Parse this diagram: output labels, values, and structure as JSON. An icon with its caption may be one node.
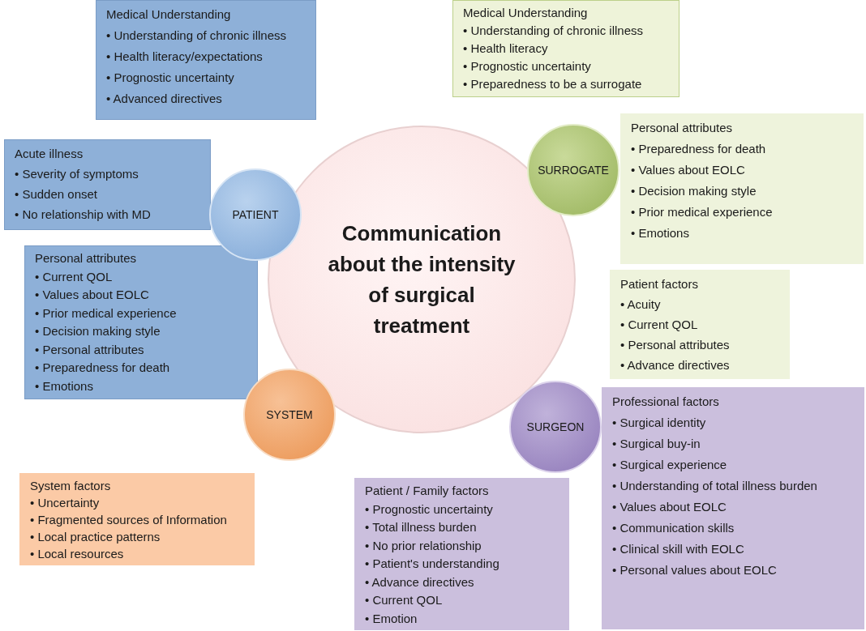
{
  "diagram": {
    "nodes": [
      {
        "text": [
          "Communication about the intensity of surgical treatment"
        ]
      },
      {
        "text": [
          "PATIENT"
        ]
      },
      {
        "text": [
          "SURROGATE"
        ]
      },
      {
        "text": [
          "SYSTEM"
        ]
      },
      {
        "text": [
          "SURGEON"
        ]
      },
      {
        "text": [
          "Medical Understanding",
          "• Understanding of chronic illness",
          "• Health literacy/expectations",
          "• Prognostic uncertainty",
          "• Advanced directives"
        ]
      },
      {
        "text": [
          "Medical Understanding",
          "• Understanding of chronic illness",
          "• Health literacy",
          "• Prognostic uncertainty",
          "• Preparedness to be a surrogate"
        ]
      },
      {
        "text": [
          "Acute illness",
          "• Severity of symptoms",
          "• Sudden onset",
          "• No relationship with MD"
        ]
      },
      {
        "text": [
          "Personal attributes",
          "• Preparedness for death",
          "• Values about EOLC",
          "• Decision making style",
          "• Prior medical experience",
          "• Emotions"
        ]
      },
      {
        "text": [
          "Personal attributes",
          "• Current QOL",
          "• Values about EOLC",
          "• Prior medical experience",
          "• Decision making style",
          "• Personal attributes",
          "• Preparedness for death",
          "• Emotions"
        ]
      },
      {
        "text": [
          "Patient factors",
          "• Acuity",
          "• Current QOL",
          "• Personal attributes",
          "• Advance directives"
        ]
      },
      {
        "text": [
          "Professional factors",
          "• Surgical identity",
          "• Surgical buy-in",
          "• Surgical experience",
          "• Understanding of total illness burden",
          "• Values about EOLC",
          "• Communication skills",
          "• Clinical skill with EOLC",
          "• Personal values about EOLC"
        ]
      },
      {
        "text": [
          "System factors",
          "• Uncertainty",
          "• Fragmented sources of Information",
          "• Local practice patterns",
          "• Local resources"
        ]
      },
      {
        "text": [
          "Patient / Family factors",
          "• Prognostic uncertainty",
          "• Total illness burden",
          "• No prior relationship",
          "• Patient's understanding",
          "• Advance directives",
          "• Current QOL",
          "• Emotion"
        ]
      }
    ]
  }
}
